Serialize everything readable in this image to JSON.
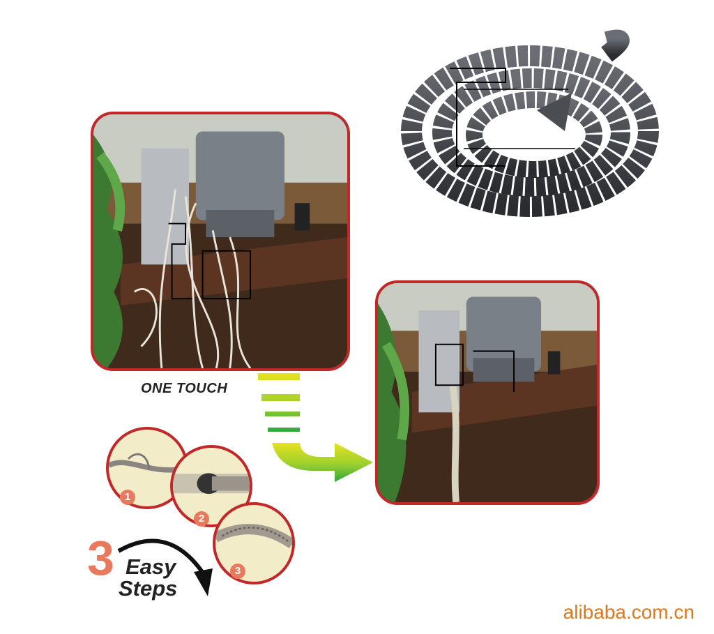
{
  "labels": {
    "one_touch": "ONE TOUCH",
    "easy": "Easy",
    "steps": "Steps",
    "big_step_number": "3"
  },
  "steps": [
    {
      "number": "1"
    },
    {
      "number": "2"
    },
    {
      "number": "3"
    }
  ],
  "watermark": "alibaba.com.cn",
  "colors": {
    "frame_red": "#c0282a",
    "arrow_top": "#e6e21e",
    "arrow_bottom": "#2fa83a",
    "watermark": "#e0781a",
    "wrap": "#3a3d42"
  }
}
